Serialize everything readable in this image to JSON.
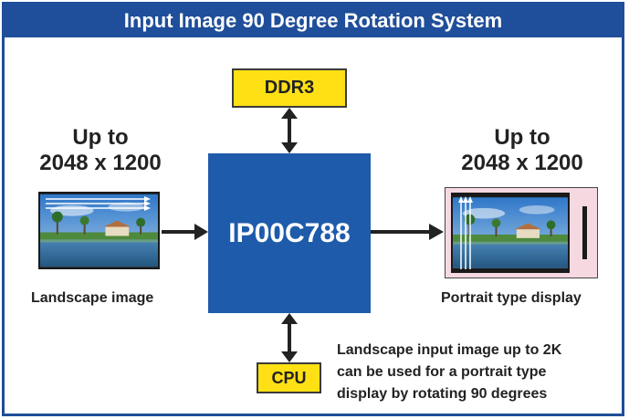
{
  "title": "Input Image 90 Degree Rotation System",
  "left_resolution": {
    "line1": "Up to",
    "line2": "2048 x 1200"
  },
  "right_resolution": {
    "line1": "Up to",
    "line2": "2048 x 1200"
  },
  "chip_label": "IP00C788",
  "memory_label": "DDR3",
  "cpu_label": "CPU",
  "landscape_caption": "Landscape image",
  "portrait_caption": "Portrait type display",
  "note_lines": [
    "Landscape input image up to 2K",
    "can be used for a portrait type",
    "display by rotating 90 degrees"
  ],
  "colors": {
    "primary_blue": "#1f4e9a",
    "chip_blue": "#1f5bab",
    "yellow": "#ffe015",
    "display_pink": "#f6d8e1"
  },
  "icons": {
    "landscape_thumbnail": "landscape-photo",
    "portrait_thumbnail": "landscape-photo-on-portrait-display"
  }
}
